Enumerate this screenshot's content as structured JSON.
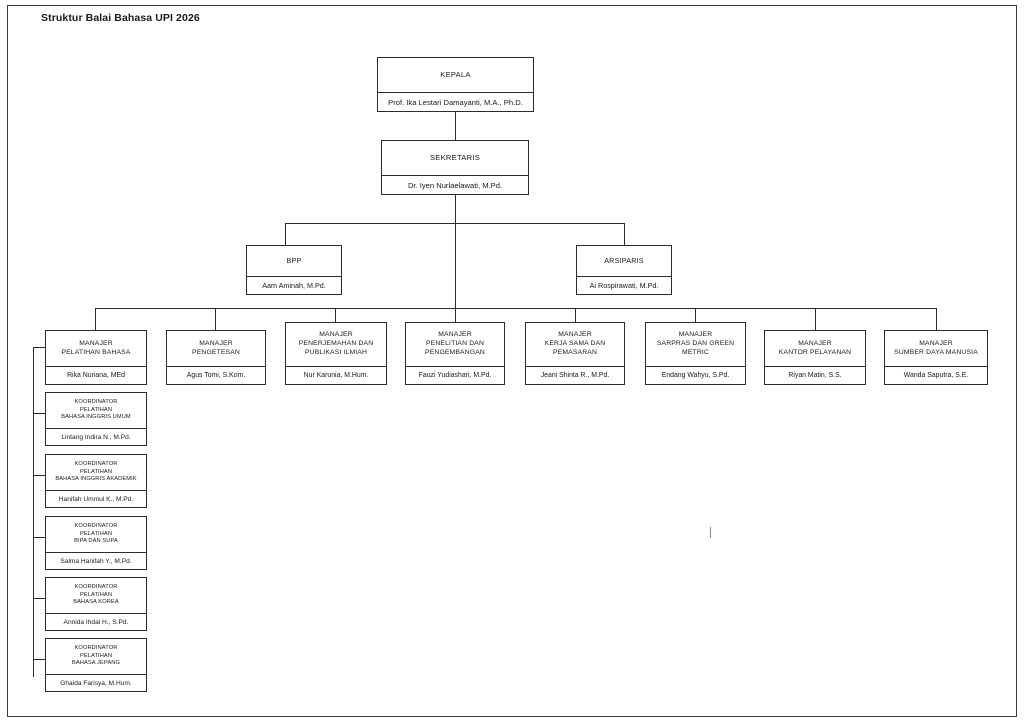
{
  "document": {
    "title": "Struktur Balai Bahasa UPI 2026",
    "caret_marker": ""
  },
  "chart_data": {
    "type": "diagram",
    "subtype": "organizational-chart",
    "title": "Struktur Balai Bahasa UPI 2026",
    "orientation": "top-down",
    "levels": 4
  },
  "nodes": {
    "kepala": {
      "title_lines": [
        "KEPALA"
      ],
      "person": "Prof. Ika Lestari Damayanti, M.A., Ph.D."
    },
    "sekretaris": {
      "title_lines": [
        "SEKRETARIS"
      ],
      "person": "Dr. Iyen Nurlaelawati, M.Pd."
    },
    "bpp": {
      "title_lines": [
        "BPP"
      ],
      "person": "Aam Aminah, M.Pd."
    },
    "arsiparis": {
      "title_lines": [
        "ARSIPARIS"
      ],
      "person": "Ai Rospirawati, M.Pd."
    },
    "manajer_pelatihan_bahasa": {
      "title_lines": [
        "MANAJER",
        "PELATIHAN BAHASA"
      ],
      "person": "Rika Nuriana, MEd"
    },
    "manajer_pengetesan": {
      "title_lines": [
        "MANAJER",
        "PENGETESAN"
      ],
      "person": "Agus Tomi, S.Kom."
    },
    "manajer_penerjemahan": {
      "title_lines": [
        "MANAJER",
        "PENERJEMAHAN DAN",
        "PUBLIKASI ILMIAH"
      ],
      "person": "Nur Karunia, M.Hum."
    },
    "manajer_penelitian": {
      "title_lines": [
        "MANAJER",
        "PENELITIAN DAN",
        "PENGEMBANGAN"
      ],
      "person": "Fauzi Yudiashari, M.Pd."
    },
    "manajer_kerja_sama": {
      "title_lines": [
        "MANAJER",
        "KERJA SAMA DAN",
        "PEMASARAN"
      ],
      "person": "Jeani Shinta R., M.Pd."
    },
    "manajer_sarpras": {
      "title_lines": [
        "MANAJER",
        "SARPRAS DAN GREEN",
        "METRIC"
      ],
      "person": "Endang Wahyu, S.Pd."
    },
    "manajer_kantor_pelayanan": {
      "title_lines": [
        "MANAJER",
        "KANTOR PELAYANAN"
      ],
      "person": "Riyan Matin, S.S."
    },
    "manajer_sdm": {
      "title_lines": [
        "MANAJER",
        "SUMBER DAYA MANUSIA"
      ],
      "person": "Wanda Saputra, S.E."
    },
    "koor_inggris_umum": {
      "title_lines": [
        "KOORDINATOR",
        "PELATIHAN",
        "BAHASA INGGRIS UMUM"
      ],
      "person": "Lintang Indira N., M.Pd."
    },
    "koor_inggris_akademik": {
      "title_lines": [
        "KOORDINATOR",
        "PELATIHAN",
        "BAHASA INGGRIS AKADEMIK"
      ],
      "person": "Hanifah Ummul K., M.Pd."
    },
    "koor_bipa_supa": {
      "title_lines": [
        "KOORDINATOR",
        "PELATIHAN",
        "BIPA DAN SUPA"
      ],
      "person": "Salma Hanifah Y., M.Pd."
    },
    "koor_korea": {
      "title_lines": [
        "KOORDINATOR",
        "PELATIHAN",
        "BAHASA KOREA"
      ],
      "person": "Annida Ihdal H., S.Pd."
    },
    "koor_jepang": {
      "title_lines": [
        "KOORDINATOR",
        "PELATIHAN",
        "BAHASA JEPANG"
      ],
      "person": "Ghaida Farisya, M.Hum."
    }
  }
}
